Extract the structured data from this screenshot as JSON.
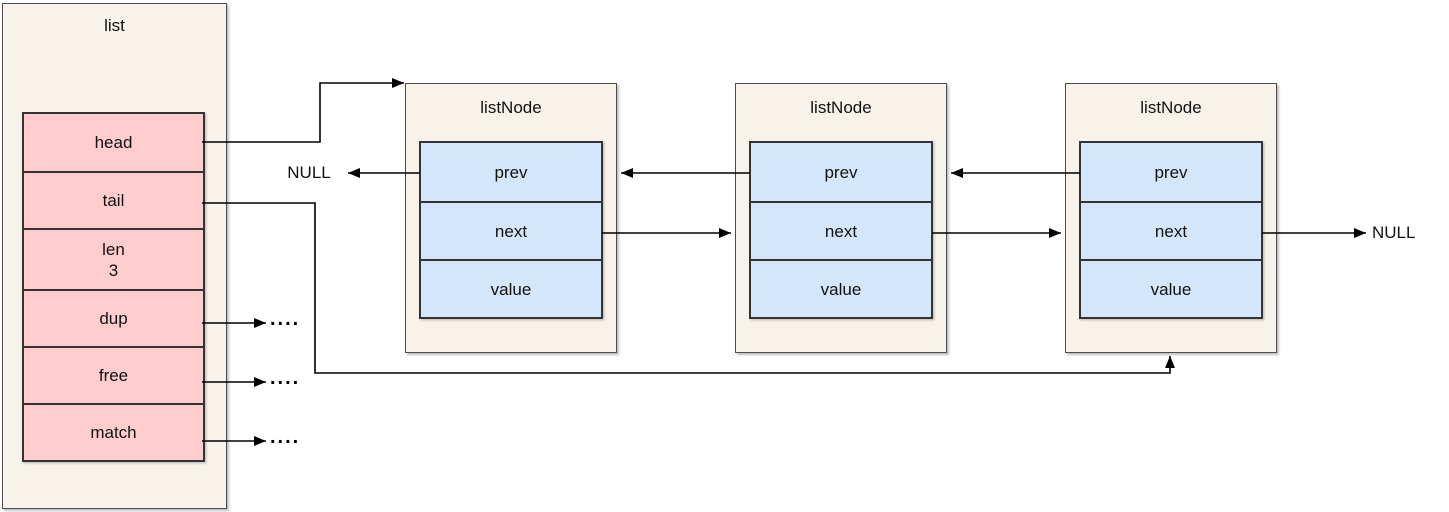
{
  "diagram": {
    "list_box": {
      "title": "list",
      "fields": [
        {
          "label": "head"
        },
        {
          "label": "tail"
        },
        {
          "label": "len",
          "value": "3"
        },
        {
          "label": "dup"
        },
        {
          "label": "free"
        },
        {
          "label": "match"
        }
      ]
    },
    "nodes": [
      {
        "title": "listNode",
        "fields": [
          {
            "label": "prev"
          },
          {
            "label": "next"
          },
          {
            "label": "value"
          }
        ]
      },
      {
        "title": "listNode",
        "fields": [
          {
            "label": "prev"
          },
          {
            "label": "next"
          },
          {
            "label": "value"
          }
        ]
      },
      {
        "title": "listNode",
        "fields": [
          {
            "label": "prev"
          },
          {
            "label": "next"
          },
          {
            "label": "value"
          }
        ]
      }
    ],
    "labels": {
      "null_left": "NULL",
      "null_right": "NULL",
      "dup_dots": "....",
      "free_dots": "....",
      "match_dots": "...."
    },
    "colors": {
      "container_fill": "#f7f3ea",
      "container_border": "#4d4d4d",
      "record_fill": "#ffcdcd",
      "cell_fill": "#d4e6f9",
      "cell_border": "#333333",
      "line": "#000000",
      "text": "#111111"
    }
  }
}
